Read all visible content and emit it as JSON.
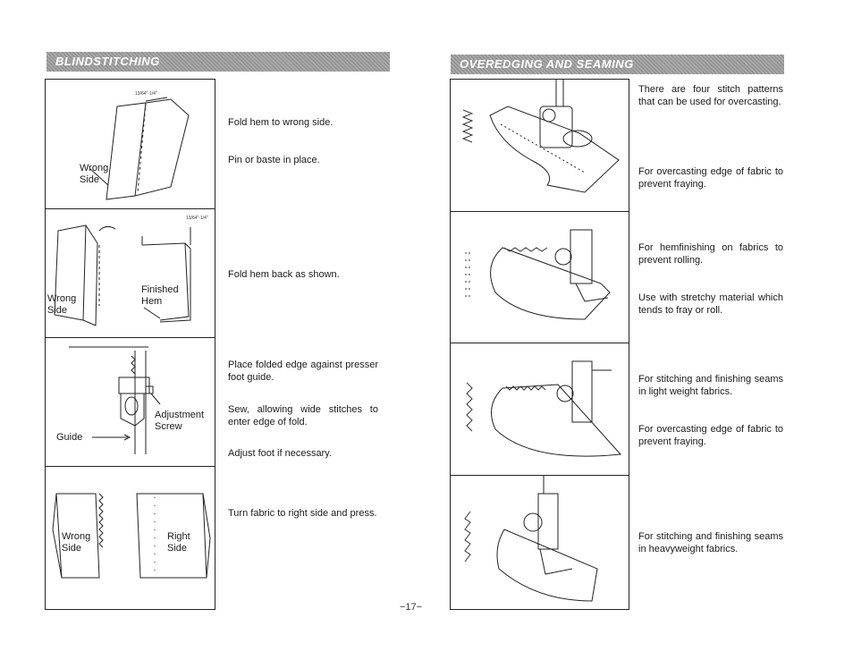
{
  "left": {
    "title": "BLINDSTITCHING",
    "steps": [
      {
        "labels": {
          "wrong_side": "Wrong\nSide",
          "measure": "13/64\"-1/4\""
        },
        "texts": [
          "Fold hem to wrong side.",
          "Pin or baste in place."
        ]
      },
      {
        "labels": {
          "wrong_side": "Wrong\nSide",
          "finished_hem": "Finished\nHem",
          "measure": "13/64\"-1/4\""
        },
        "texts": [
          "Fold hem back as shown."
        ]
      },
      {
        "labels": {
          "adjustment_screw": "Adjustment\nScrew",
          "guide": "Guide"
        },
        "texts": [
          "Place folded edge against presser foot guide.",
          "Sew, allowing wide stitches to enter edge of fold.",
          "Adjust foot if necessary."
        ]
      },
      {
        "labels": {
          "wrong_side": "Wrong\nSide",
          "right_side": "Right\nSide"
        },
        "texts": [
          "Turn fabric to right side and press."
        ]
      }
    ]
  },
  "right": {
    "title": "OVEREDGING AND SEAMING",
    "intro": "There are four stitch patterns that can be used for overcasting.",
    "rows": [
      {
        "texts": [
          "For overcasting edge of fabric to prevent fraying."
        ]
      },
      {
        "texts": [
          "For hemfinishing on fabrics to prevent rolling.",
          "Use with stretchy material which tends to fray or roll."
        ]
      },
      {
        "texts": [
          "For stitching and finishing seams in light weight fabrics.",
          "For overcasting edge of fabric to prevent fraying."
        ]
      },
      {
        "texts": [
          "For stitching and finishing seams in heavyweight fabrics."
        ]
      }
    ]
  },
  "page_number": "−17−"
}
